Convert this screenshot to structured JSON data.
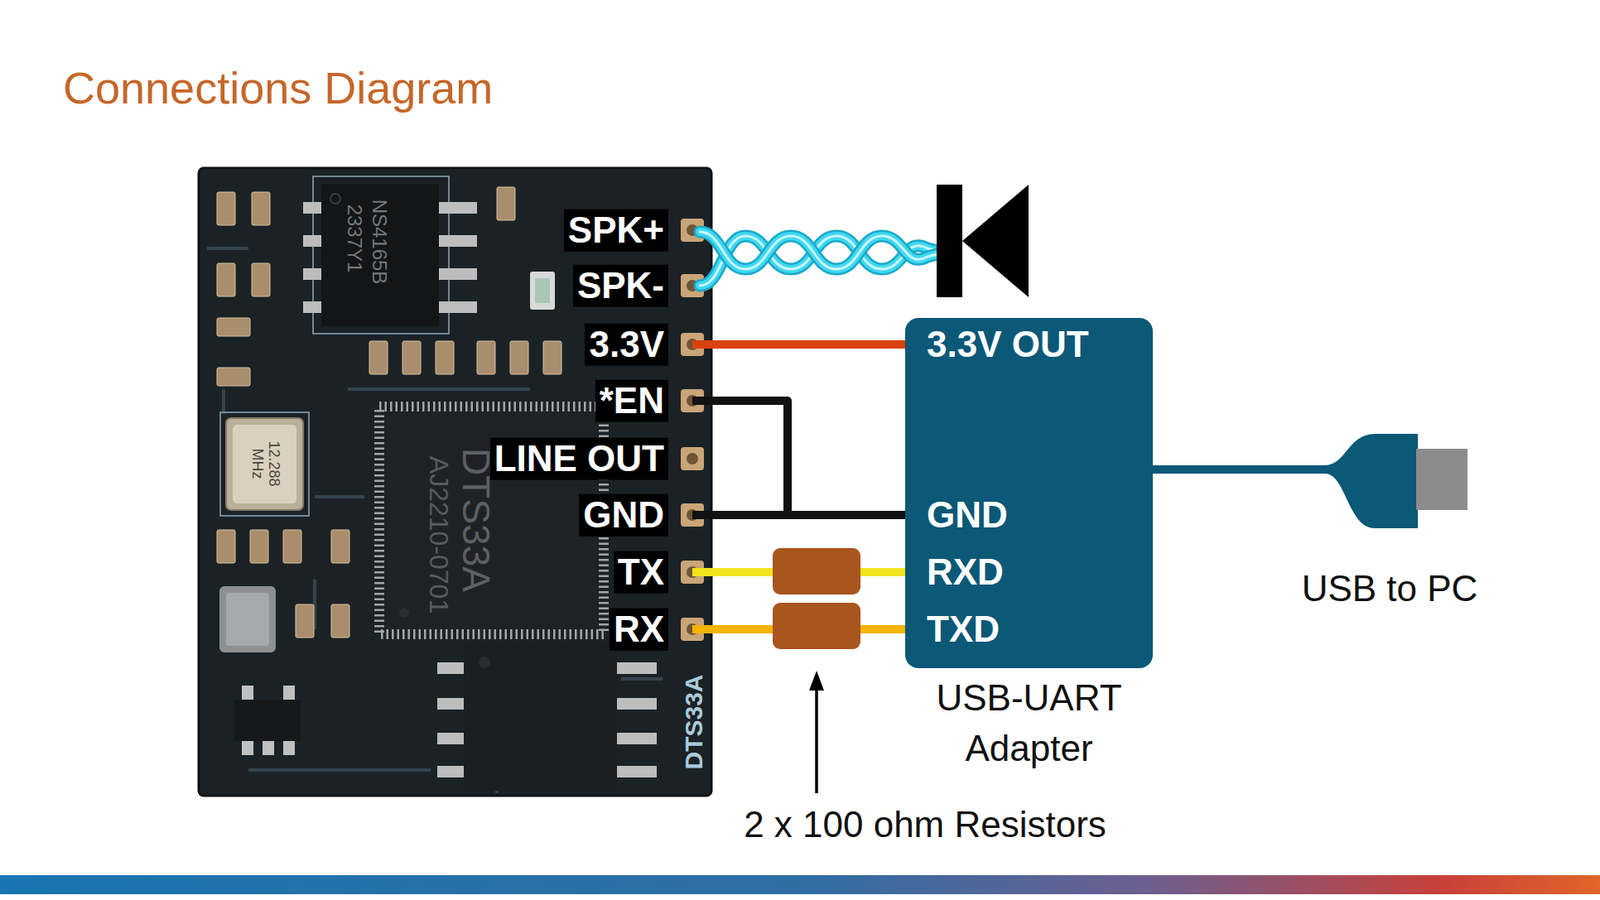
{
  "diagram": {
    "title": "Connections Diagram",
    "nodes": [
      {
        "text": [
          "SPK+",
          "SPK-",
          "3.3V",
          "*EN",
          "LINE OUT",
          "GND",
          "TX",
          "RX"
        ]
      },
      {
        "text": [
          "3.3V OUT",
          "GND",
          "RXD",
          "TXD",
          "USB-UART Adapter"
        ]
      }
    ],
    "edges": [
      {
        "from": 0,
        "to": 1,
        "arrow": "none"
      },
      {
        "from": 0,
        "to": 1,
        "arrow": "none"
      },
      {
        "from": 0,
        "to": 1,
        "arrow": "none"
      },
      {
        "from": 0,
        "to": 1,
        "arrow": "none"
      },
      {
        "from": 0,
        "to": 1,
        "arrow": "none"
      }
    ],
    "labels": [
      "NS4165B",
      "2337Y1",
      "12.288 MHz",
      "AJ2210-0701",
      "DTS33A",
      "DTS33A",
      "USB to PC",
      "2 x 100 ohm Resistors"
    ]
  }
}
